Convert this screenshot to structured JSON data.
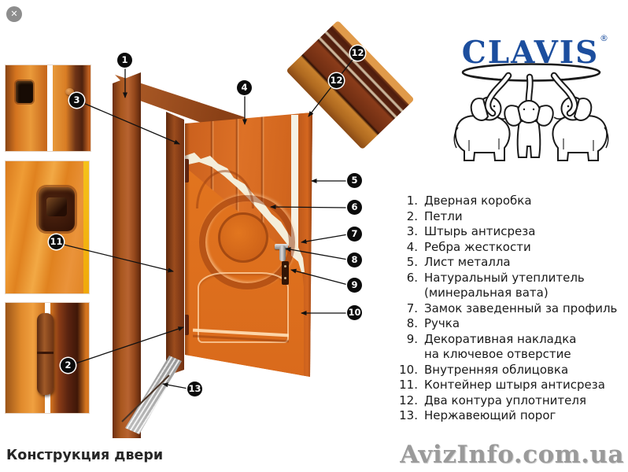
{
  "ui": {
    "close_icon": "✕"
  },
  "caption": "Конструкция двери",
  "watermark": "AvizInfo.com.ua",
  "logo": {
    "brand": "CLAVIS",
    "registered": "®"
  },
  "diagram": {
    "badges": [
      "1",
      "2",
      "3",
      "4",
      "5",
      "6",
      "7",
      "8",
      "9",
      "10",
      "11",
      "12",
      "13"
    ]
  },
  "list": {
    "items": [
      {
        "num": "1.",
        "lines": [
          "Дверная коробка"
        ]
      },
      {
        "num": "2.",
        "lines": [
          "Петли"
        ]
      },
      {
        "num": "3.",
        "lines": [
          "Штырь антисреза"
        ]
      },
      {
        "num": "4.",
        "lines": [
          "Ребра жесткости"
        ]
      },
      {
        "num": "5.",
        "lines": [
          "Лист металла"
        ]
      },
      {
        "num": "6.",
        "lines": [
          "Натуральный утеплитель",
          "(минеральная вата)"
        ]
      },
      {
        "num": "7.",
        "lines": [
          "Замок заведенный за профиль"
        ]
      },
      {
        "num": "8.",
        "lines": [
          "Ручка"
        ]
      },
      {
        "num": "9.",
        "lines": [
          "Декоративная накладка",
          "на ключевое отверстие"
        ]
      },
      {
        "num": "10.",
        "lines": [
          "Внутренняя облицовка"
        ]
      },
      {
        "num": "11.",
        "lines": [
          "Контейнер штыря антисреза"
        ]
      },
      {
        "num": "12.",
        "lines": [
          "Два контура уплотнителя"
        ]
      },
      {
        "num": "13.",
        "lines": [
          "Нержавеющий порог"
        ]
      }
    ]
  },
  "colors": {
    "brand_blue": "#1c4e9e",
    "door_orange": "#d96b24",
    "frame_sienna": "#9a4a1e",
    "badge_black": "#0b0b0b",
    "watermark_gray": "#9a9a9a",
    "insulation_cream": "#f4eeda",
    "steel_gray": "#c0c0c0"
  }
}
